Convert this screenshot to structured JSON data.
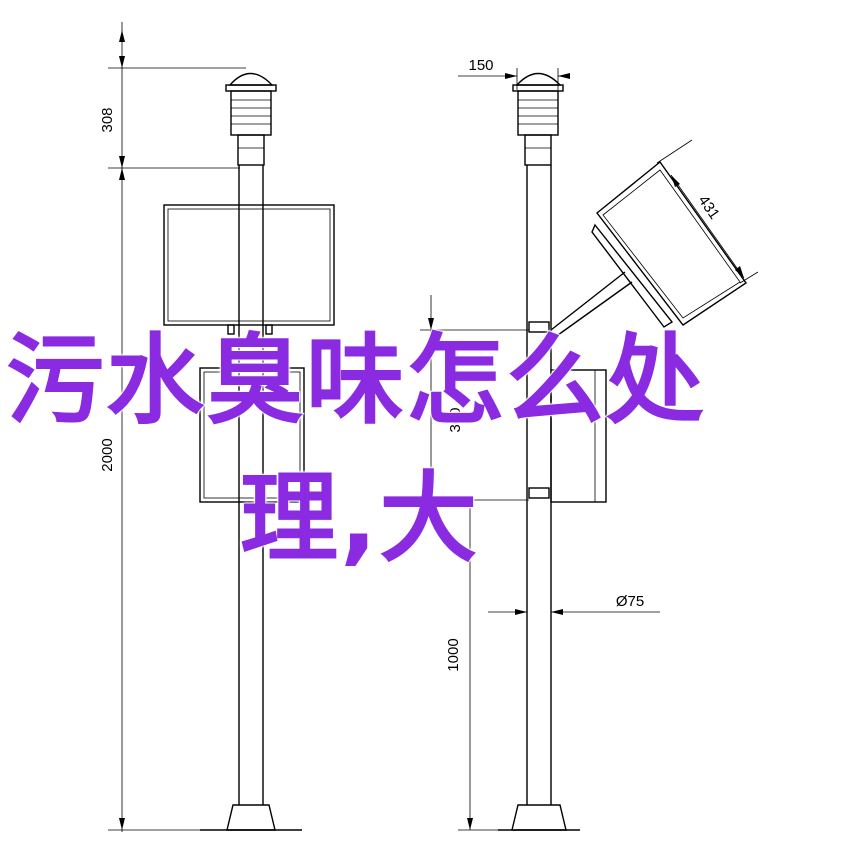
{
  "overlay": {
    "line1": "污水臭味怎么处",
    "line2": "理,大",
    "color": "#8a2be2"
  },
  "dimensions": {
    "left_top": "308",
    "left_total": "2000",
    "right_width": "150",
    "right_panel": "431",
    "right_box": "300",
    "right_lower": "1000",
    "right_diameter": "Ø75"
  }
}
